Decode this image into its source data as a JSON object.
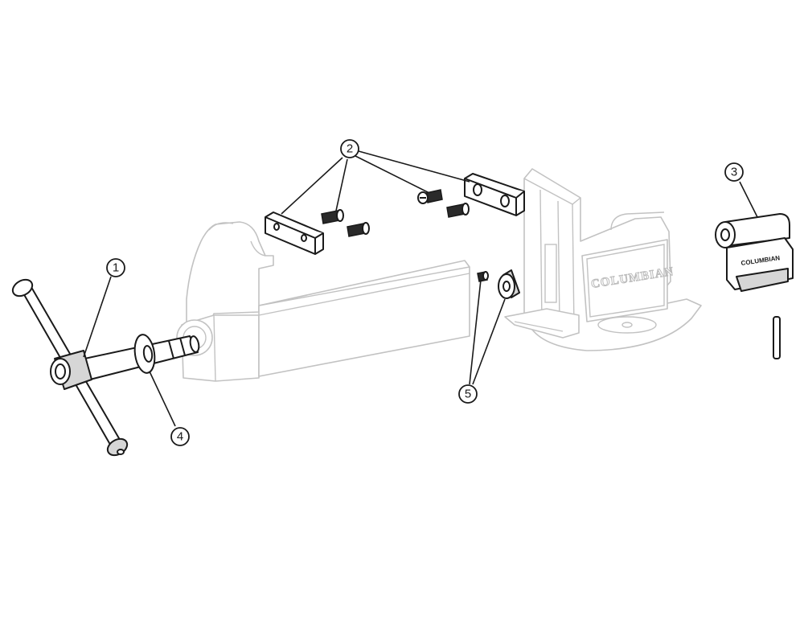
{
  "diagram": {
    "type": "exploded-parts-view",
    "subject": "bench vise",
    "brand_text": "COLUMBIAN",
    "callouts": [
      {
        "number": "1",
        "part": "handle"
      },
      {
        "number": "2",
        "part": "jaw plates and screws"
      },
      {
        "number": "3",
        "part": "replacement jaw"
      },
      {
        "number": "4",
        "part": "washer"
      },
      {
        "number": "5",
        "part": "nut and set screw"
      }
    ]
  },
  "colors": {
    "ghost_outline": "#c2c2c2",
    "part_outline": "#1a1a1a",
    "background": "#ffffff"
  }
}
